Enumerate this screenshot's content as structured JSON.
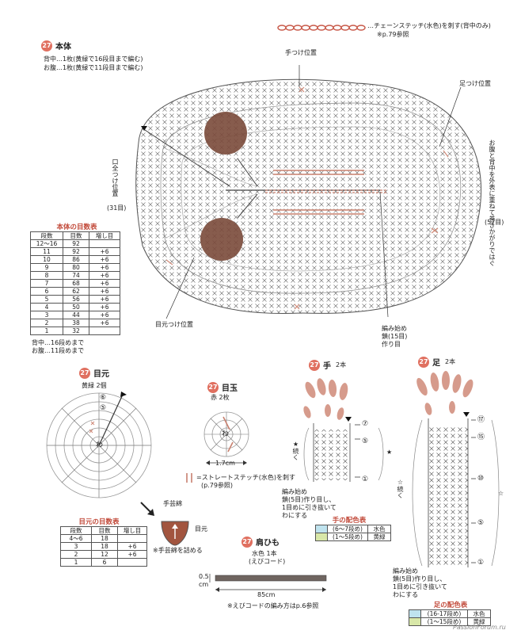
{
  "top": {
    "chain_note": "…チェーンステッチ(水色)を刺す(背中のみ)",
    "chain_ref": "※p.79参照"
  },
  "body": {
    "num": "27",
    "title": "本体",
    "desc1": "背中…1枚(黄緑で16段目まで編む)",
    "desc2": "お腹…1枚(黄緑で11段目まで編む)",
    "hand_pos": "手つけ位置",
    "foot_pos": "足つけ位置",
    "mouth_pos": "口全つけ位置",
    "mouth_count": "(31目)",
    "right_note": "お腹と背中を外表に重ねて巻きかがりではぐ",
    "right_count": "(57目)",
    "eye_pos": "目元つけ位置",
    "start1": "編み始め",
    "start2": "鎖(15目)",
    "start3": "作り目"
  },
  "count_table": {
    "title": "本体の目数表",
    "headers": [
      "段数",
      "目数",
      "増し目"
    ],
    "rows": [
      [
        "12〜16",
        "92",
        ""
      ],
      [
        "11",
        "92",
        "+6"
      ],
      [
        "10",
        "86",
        "+6"
      ],
      [
        "9",
        "80",
        "+6"
      ],
      [
        "8",
        "74",
        "+6"
      ],
      [
        "7",
        "68",
        "+6"
      ],
      [
        "6",
        "62",
        "+6"
      ],
      [
        "5",
        "56",
        "+6"
      ],
      [
        "4",
        "50",
        "+6"
      ],
      [
        "3",
        "44",
        "+6"
      ],
      [
        "2",
        "38",
        "+6"
      ],
      [
        "1",
        "32",
        ""
      ]
    ],
    "note1": "背中…16段めまで",
    "note2": "お腹…11段めまで"
  },
  "eye_base": {
    "num": "27",
    "title": "目元",
    "color": "黄緑 2個",
    "center": "わ",
    "r5": "⑤",
    "r6": "⑥",
    "table_title": "目元の目数表",
    "headers": [
      "段数",
      "目数",
      "増し目"
    ],
    "rows": [
      [
        "4〜6",
        "18",
        ""
      ],
      [
        "3",
        "18",
        "+6"
      ],
      [
        "2",
        "12",
        "+6"
      ],
      [
        "1",
        "6",
        ""
      ]
    ],
    "yarn_label": "手芸綿",
    "eye_label": "目元",
    "stuff_note": "※手芸綿を詰める"
  },
  "eyeball": {
    "num": "27",
    "title": "目玉",
    "color": "赤 2枚",
    "center": "わ",
    "size": "1.7cm",
    "stitch_note": "=ストレートステッチ(水色)を刺す",
    "stitch_ref": "(p.79参照)"
  },
  "hand": {
    "num": "27",
    "title": "手",
    "qty": "2本",
    "r7": "⑦",
    "r5": "⑤",
    "r1": "①",
    "cont": "★続く",
    "star": "★",
    "start1": "編み始め",
    "start2": "鎖(5目)作り目し、",
    "start3": "1目めに引き抜いて",
    "start4": "わにする",
    "table_title": "手の配色表",
    "rows": [
      [
        "(6〜7段め)",
        "水色"
      ],
      [
        "(1〜5段め)",
        "黄緑"
      ]
    ]
  },
  "foot": {
    "num": "27",
    "title": "足",
    "qty": "2本",
    "r17": "⑰",
    "r15": "⑮",
    "r10": "⑩",
    "r5": "⑤",
    "r1": "①",
    "cont": "☆続く",
    "star": "☆",
    "start1": "編み始め",
    "start2": "鎖(5目)作り目し、",
    "start3": "1目めに引き抜いて",
    "start4": "わにする",
    "table_title": "足の配色表",
    "rows": [
      [
        "(16-17段め)",
        "水色"
      ],
      [
        "(1〜15段め)",
        "黄緑"
      ]
    ]
  },
  "cord": {
    "num": "27",
    "title": "肩ひも",
    "color": "水色 1本",
    "type": "(えびコード)",
    "width": "0.5",
    "width_unit": "cm",
    "length": "85cm",
    "note": "※えびコードの編み方はp.6参照"
  },
  "watermark": "PassionForum.ru"
}
